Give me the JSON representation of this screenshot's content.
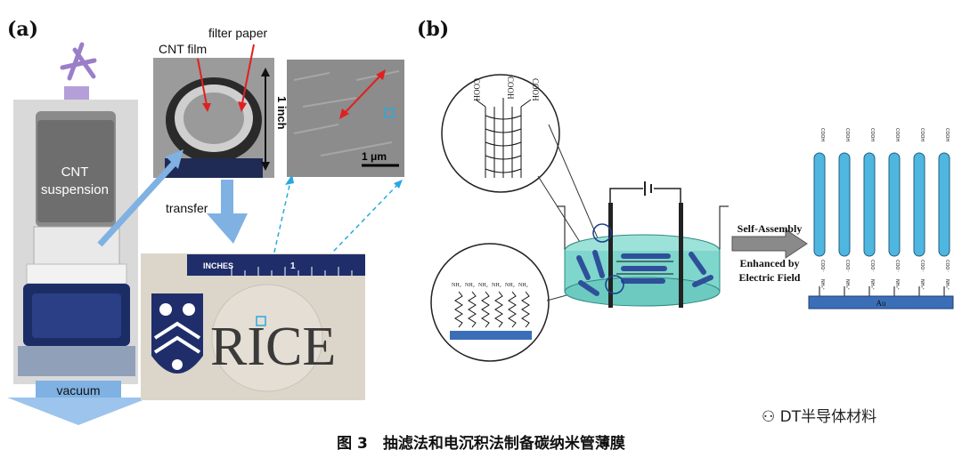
{
  "panels": {
    "a": {
      "label": "(a)",
      "cnt_suspension": [
        "CNT",
        "suspension"
      ],
      "vacuum": "vacuum",
      "cnt_film": "CNT film",
      "filter_paper": "filter paper",
      "one_inch": "1 inch",
      "transfer": "transfer",
      "scale_1um": "1 μm",
      "ruler_units": "INCHES",
      "ruler_one": "1",
      "rice": "RICE"
    },
    "b": {
      "label": "(b)",
      "cooh": "COOH",
      "nh2": "NH₂",
      "self_assembly": "Self-Assembly",
      "enhanced_by": "Enhanced by",
      "electric_field": "Electric Field",
      "substrate": "Au",
      "tube_top": "COOH",
      "tube_bottom": [
        "COO⁻",
        "NH₃⁺"
      ]
    }
  },
  "watermark": "DT半导体材料",
  "caption": "图 3　抽滤法和电沉积法制备碳纳米管薄膜",
  "colors": {
    "tube_blue": "#4fb6e0",
    "bath_green": "#7fd6cc",
    "arrow_blue": "#7fb1e3",
    "purple": "#9a7fc8",
    "red": "#e02020"
  }
}
